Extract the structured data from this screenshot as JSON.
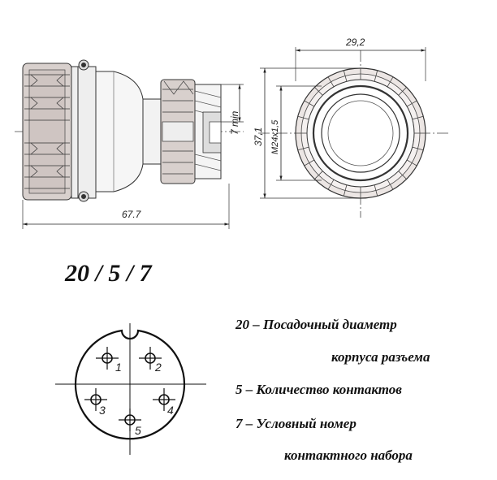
{
  "dimensions": {
    "length": "67.7",
    "width": "29,2",
    "height": "37,1",
    "thread": "M24x1,5",
    "min_engagement": "7 min"
  },
  "pinout": {
    "pins": [
      "1",
      "2",
      "3",
      "4",
      "5"
    ]
  },
  "code": {
    "title": "20 / 5 / 7"
  },
  "legend": {
    "line1": "20 – Посадочный диаметр",
    "line2": "корпуса разъема",
    "line3": "5 – Количество контактов",
    "line4": "7 – Условный номер",
    "line5": "контактного набора"
  }
}
